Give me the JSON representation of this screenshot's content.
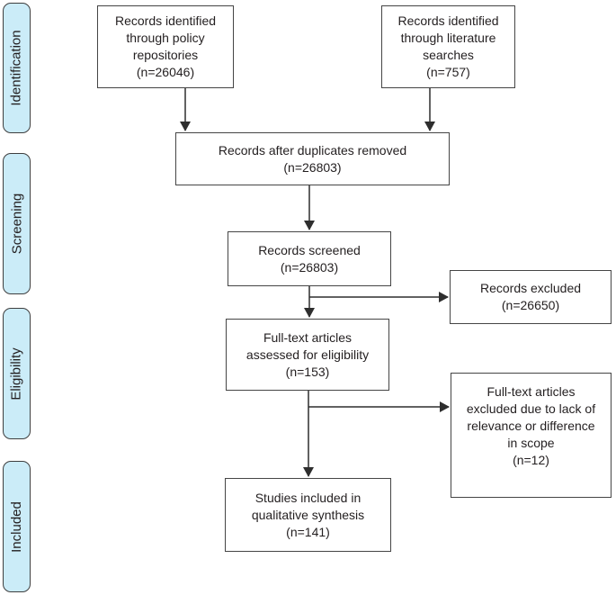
{
  "diagram": {
    "kind": "prisma-flow-diagram",
    "background": "#ffffff"
  },
  "colors": {
    "box_border": "#454545",
    "box_fill": "#ffffff",
    "stage_fill": "#cbecf8",
    "stage_border": "#3f3f3f",
    "arrow": "#2e2e2e",
    "text": "#231f20"
  },
  "stages": {
    "identification": "Identification",
    "screening": "Screening",
    "eligibility": "Eligibility",
    "included": "Included"
  },
  "boxes": {
    "policy": {
      "text": "Records identified\nthrough policy\nrepositories\n(n=26046)"
    },
    "literature": {
      "text": "Records identified\nthrough literature\nsearches\n(n=757)"
    },
    "duplicates": {
      "text": "Records after duplicates removed\n(n=26803)"
    },
    "screened": {
      "text": "Records screened\n(n=26803)"
    },
    "records_excluded": {
      "text": "Records excluded\n(n=26650)"
    },
    "fulltext": {
      "text": "Full-text articles\nassessed for eligibility\n(n=153)"
    },
    "fulltext_excluded": {
      "text": "Full-text articles\nexcluded due to lack of\nrelevance or difference\nin scope\n(n=12)"
    },
    "studies": {
      "text": "Studies included in\nqualitative synthesis\n(n=141)"
    }
  },
  "edges": [
    {
      "from": "records-policy",
      "to": "duplicates-removed"
    },
    {
      "from": "records-literature",
      "to": "duplicates-removed"
    },
    {
      "from": "duplicates-removed",
      "to": "records-screened"
    },
    {
      "from": "records-screened",
      "to": "records-excluded"
    },
    {
      "from": "records-screened",
      "to": "fulltext-assessed"
    },
    {
      "from": "fulltext-assessed",
      "to": "fulltext-excluded"
    },
    {
      "from": "fulltext-assessed",
      "to": "studies-included"
    }
  ]
}
